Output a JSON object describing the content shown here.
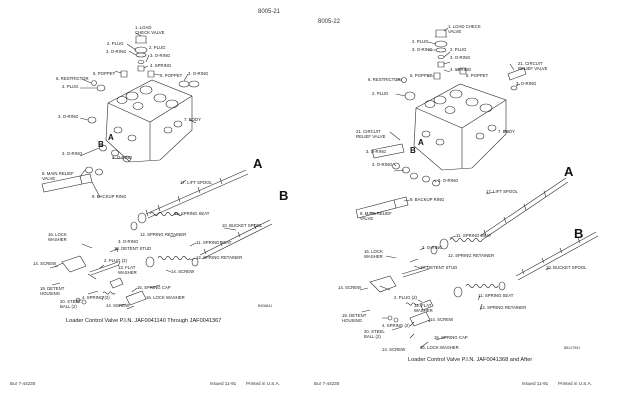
{
  "left": {
    "page_number": "8005-21",
    "labels": {
      "load_check_valve": "1. LOAD\nCHECK VALVE",
      "plug2a": "2. PLUG",
      "plug2b": "2. PLUG",
      "oring3a": "3. O-RING",
      "oring3b": "3. O-RING",
      "spring4": "4. SPRING",
      "poppet5a": "5. POPPET",
      "poppet5b": "5. POPPET",
      "restrictor6": "6. RESTRICTOR",
      "plug2c": "2. PLUG",
      "oring3c": "3. O-RING",
      "body7": "7. BODY",
      "oring3d": "3. O-RING",
      "oring3e": "3. O-RING",
      "oring3f": "3. O-RING",
      "main_relief": "8. MAIN RELIEF\nVALVE",
      "backup_ring": "9. BACKUP RING",
      "lift_spool": "17. LIFT SPOOL",
      "spring_seat11a": "11. SPRING SEAT",
      "bucket_spool": "10. BUCKET SPOOL",
      "spring_retainer12a": "12. SPRING RETAINER",
      "lock_washer16": "16. LOCK\nWASHER",
      "oring3g": "3. O-RING",
      "detent_stud18": "18. DETENT STUD",
      "spring_seat11b": "11. SPRING SEAT",
      "spring_retainer12b": "12. SPRING RETAINER",
      "screw14a": "14. SCREW",
      "plug2d": "2. PLUG (2)",
      "flat_washer13": "13. FLAT\nWASHER",
      "screw14b": "14. SCREW",
      "detent_housing19": "19. DETENT\nHOUSING",
      "spring_cap15": "15. SPRING CAP",
      "spring2": "4. SPRING (2)",
      "steel_ball20": "20. STEEL\nBALL (2)",
      "screw14c": "14. SCREW",
      "lock_washer16b": "16. LOCK WASHER",
      "letter_a1": "A",
      "letter_b1": "B",
      "letter_a2": "A",
      "letter_b2": "B"
    },
    "figure_code": "B90684J",
    "caption": "Loader Control Valve P.I.N. JAF0041140 Through JAF0041367",
    "footer_left": "Bur 7-44230",
    "footer_issued": "Issued 11-91",
    "footer_printed": "Printed in U.S.A."
  },
  "right": {
    "page_number": "8005-22",
    "labels": {
      "load_check_valve": "1. LOAD CHECK\nVALVE",
      "plug2a": "2. PLUG",
      "plug2b": "2. PLUG",
      "oring3a": "3. O-RING",
      "oring3b": "3. O-RING",
      "spring4": "4. SPRING",
      "circuit_relief21a": "21. CIRCUIT\nRELIEF VALVE",
      "poppet5a": "5. POPPET",
      "poppet5b": "5. POPPET",
      "restrictor6": "6. RESTRICTOR",
      "oring3c": "3. O-RING",
      "plug2c": "2. PLUG",
      "body7": "7. BODY",
      "circuit_relief21b": "21. CIRCUIT\nRELIEF VALVE",
      "oring3d": "3. O-RING",
      "oring3e": "3. O-RING",
      "oring3f": "3. O-RING",
      "lift_spool": "17. LIFT SPOOL",
      "backup_ring": "9. BACKUP RING",
      "main_relief": "8. MAIN RELIEF\nVALVE",
      "spring_seat11a": "11. SPRING SEAT",
      "lock_washer16": "16. LOCK\nWASHER",
      "oring3g": "3. O-RING",
      "spring_retainer12a": "12. SPRING RETAINER",
      "detent_stud18": "18. DETENT STUD",
      "bucket_spool": "10. BUCKET SPOOL",
      "screw14a": "14. SCREW",
      "plug2d": "2. PLUG (2)",
      "spring_seat11b": "11. SPRING SEAT",
      "flat_washer13": "13. FLAT\nWASHER",
      "spring_retainer12b": "12. SPRING RETAINER",
      "detent_housing19": "19. DETENT\nHOUSING",
      "screw14b": "14. SCREW",
      "spring2": "4. SPRING (2)",
      "steel_ball20": "20. STEEL\nBALL (2)",
      "spring_cap15": "15. SPRING CAP",
      "screw14c": "14. SCREW",
      "lock_washer16b": "16. LOCK WASHER",
      "letter_a1": "A",
      "letter_b1": "B",
      "letter_a2": "A",
      "letter_b2": "B"
    },
    "figure_code": "B811799J",
    "caption": "Loader Control Valve P.I.N. JAF0041368 and After",
    "footer_left": "Bur 7-44230",
    "footer_issued": "Issued 11-91",
    "footer_printed": "Printed in U.S.A."
  }
}
